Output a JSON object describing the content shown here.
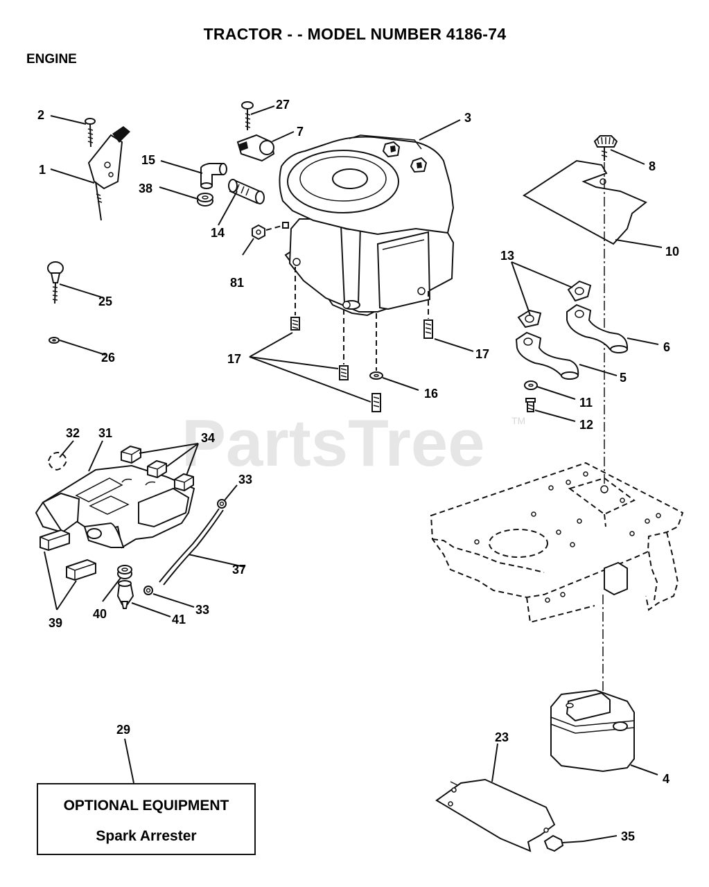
{
  "header": {
    "title": "TRACTOR - - MODEL NUMBER 4186-74",
    "section": "ENGINE"
  },
  "watermark": {
    "text": "PartsTree",
    "tm": "TM"
  },
  "optional_box": {
    "heading": "OPTIONAL EQUIPMENT",
    "item": "Spark Arrester"
  },
  "callouts": {
    "c1": "1",
    "c2": "2",
    "c3": "3",
    "c4": "4",
    "c5": "5",
    "c6": "6",
    "c7": "7",
    "c8": "8",
    "c10": "10",
    "c11": "11",
    "c12": "12",
    "c13": "13",
    "c14": "14",
    "c15": "15",
    "c16": "16",
    "c17a": "17",
    "c17b": "17",
    "c23": "23",
    "c25": "25",
    "c26": "26",
    "c27": "27",
    "c29": "29",
    "c31": "31",
    "c32": "32",
    "c33a": "33",
    "c33b": "33",
    "c34": "34",
    "c35": "35",
    "c37": "37",
    "c38": "38",
    "c39": "39",
    "c40": "40",
    "c41": "41",
    "c81": "81"
  }
}
